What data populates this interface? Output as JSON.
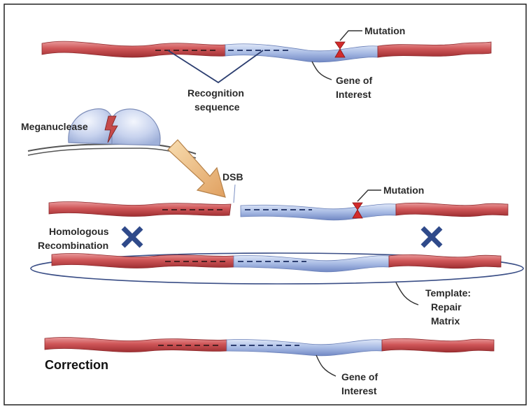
{
  "labels": {
    "mutation_top": "Mutation",
    "gene_of_interest_top_1": "Gene of",
    "gene_of_interest_top_2": "Interest",
    "recognition_1": "Recognition",
    "recognition_2": "sequence",
    "meganuclease": "Meganuclease",
    "dsb": "DSB",
    "mutation_mid": "Mutation",
    "homologous_1": "Homologous",
    "homologous_2": "Recombination",
    "template_1": "Template:",
    "template_2": "Repair",
    "template_3": "Matrix",
    "correction": "Correction",
    "gene_of_interest_bottom_1": "Gene of",
    "gene_of_interest_bottom_2": "Interest"
  },
  "colors": {
    "dna_red": "#c0474a",
    "dna_red_light": "#e48a8b",
    "dna_blue": "#8fa6d8",
    "dna_blue_light": "#c7d4f0",
    "cross": "#2f4a8a",
    "arrow": "#f0c488",
    "mutation": "#d22b2b"
  }
}
